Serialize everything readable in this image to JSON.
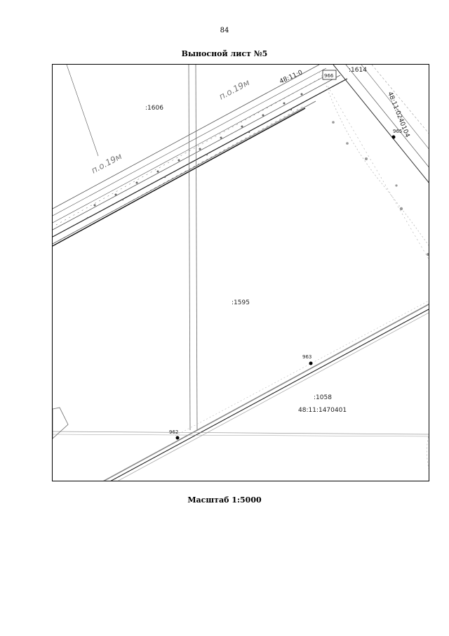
{
  "page": {
    "number": "84",
    "title": "Выносной лист №5",
    "scale_caption": "Масштаб 1:5000"
  },
  "map": {
    "parcels": [
      ":1606",
      ":1614",
      ":1595",
      ":1058"
    ],
    "quarters": [
      "48:11:1470401",
      "48:11:0240104",
      "48:11:0"
    ],
    "points": [
      "962",
      "963",
      "965",
      "966"
    ],
    "road_labels": [
      "п.о.19м",
      "п.о.19м"
    ]
  }
}
